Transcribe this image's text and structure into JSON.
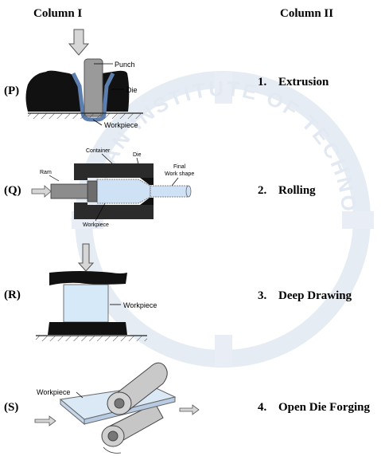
{
  "headers": {
    "col1": "Column I",
    "col2": "Column II"
  },
  "rows": [
    {
      "label": "(P)",
      "option_number": "1.",
      "option_text": "Extrusion"
    },
    {
      "label": "(Q)",
      "option_number": "2.",
      "option_text": "Rolling"
    },
    {
      "label": "(R)",
      "option_number": "3.",
      "option_text": "Deep Drawing"
    },
    {
      "label": "(S)",
      "option_number": "4.",
      "option_text": "Open Die Forging"
    }
  ],
  "figures": {
    "p": {
      "punch": "Punch",
      "die": "Die",
      "workpiece": "Workpiece"
    },
    "q": {
      "container": "Container",
      "die": "Die",
      "final_line1": "Final",
      "final_line2": "Work shape",
      "ram": "Ram",
      "workpiece": "Workpiece"
    },
    "r": {
      "workpiece": "Workpiece"
    },
    "s": {
      "workpiece": "Workpiece"
    }
  },
  "watermark_text": "INDIAN INSTITUTE OF TECHNOLOGY BOMBAY"
}
